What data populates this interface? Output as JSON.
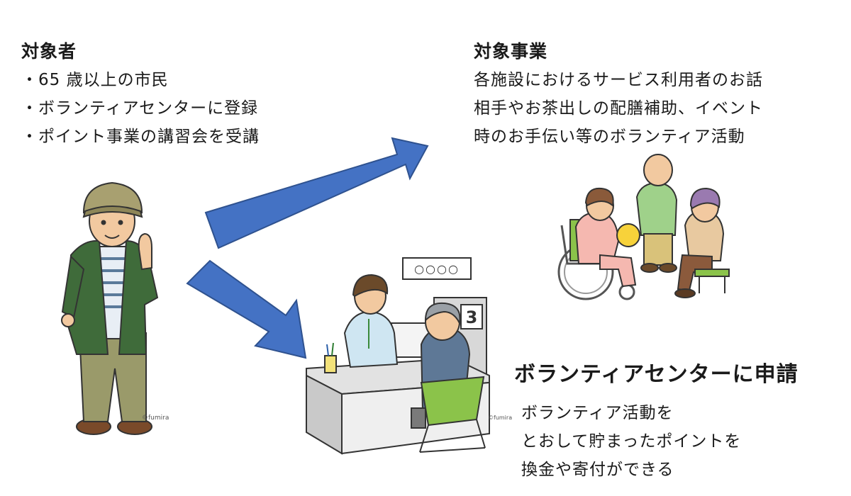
{
  "target": {
    "heading": "対象者",
    "items": [
      "・65 歳以上の市民",
      "・ボランティアセンターに登録",
      "・ポイント事業の講習会を受講"
    ]
  },
  "program": {
    "heading": "対象事業",
    "lines": [
      "各施設におけるサービス利用者のお話",
      "相手やお茶出しの配膳補助、イベント",
      "時のお手伝い等のボランティア活動"
    ]
  },
  "apply": {
    "heading": "ボランティアセンターに申請",
    "lines": [
      "ボランティア活動を",
      "とおして貯まったポイントを",
      "換金や寄付ができる"
    ]
  },
  "illustration": {
    "sign_text": "○○○○",
    "counter_number": "3",
    "credit": "©fumira"
  },
  "colors": {
    "arrow": "#4472c4",
    "arrow_outline": "#2f528f",
    "jacket": "#3f6b3a",
    "chair": "#8bc34a"
  }
}
